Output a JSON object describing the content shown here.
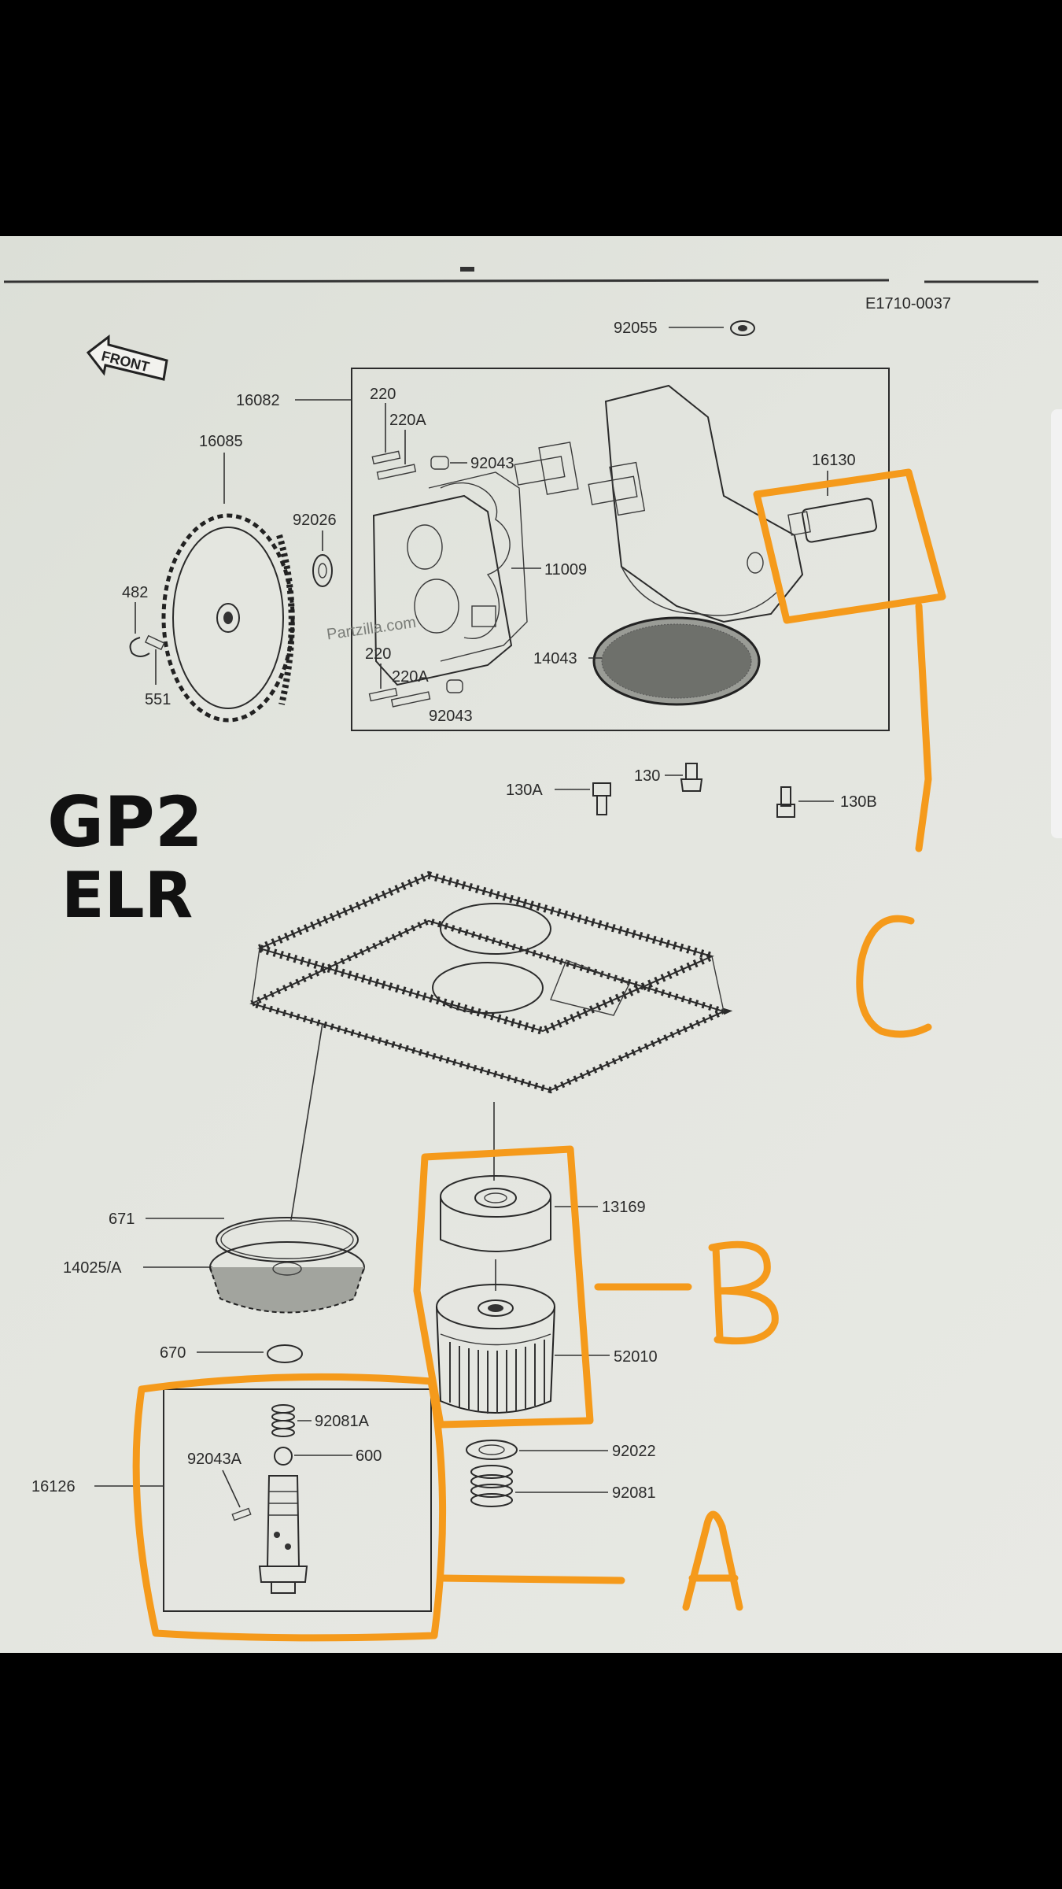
{
  "document": {
    "figure_code": "E1710-0037",
    "front_tag": "FRONT",
    "watermark": "Partzilla.com"
  },
  "annotations": {
    "handwritten_title_line1": "GP2",
    "handwritten_title_line2": "ELR",
    "marker_a": "A",
    "marker_b": "B",
    "marker_c": "C",
    "marker_color": "#f59a1b"
  },
  "part_labels": {
    "p92055": "92055",
    "p16082": "16082",
    "p220_top": "220",
    "p220a_top": "220A",
    "p92043_top": "92043",
    "p16085": "16085",
    "p16130": "16130",
    "p92026": "92026",
    "p11009": "11009",
    "p482": "482",
    "p551": "551",
    "p220_bot": "220",
    "p220a_bot": "220A",
    "p92043_bot": "92043",
    "p14043": "14043",
    "p130": "130",
    "p130a": "130A",
    "p130b": "130B",
    "p671": "671",
    "p14025a": "14025/A",
    "p13169": "13169",
    "p52010": "52010",
    "p670": "670",
    "p92081a": "92081A",
    "p92043a": "92043A",
    "p600": "600",
    "p16126": "16126",
    "p92022": "92022",
    "p92081": "92081"
  }
}
